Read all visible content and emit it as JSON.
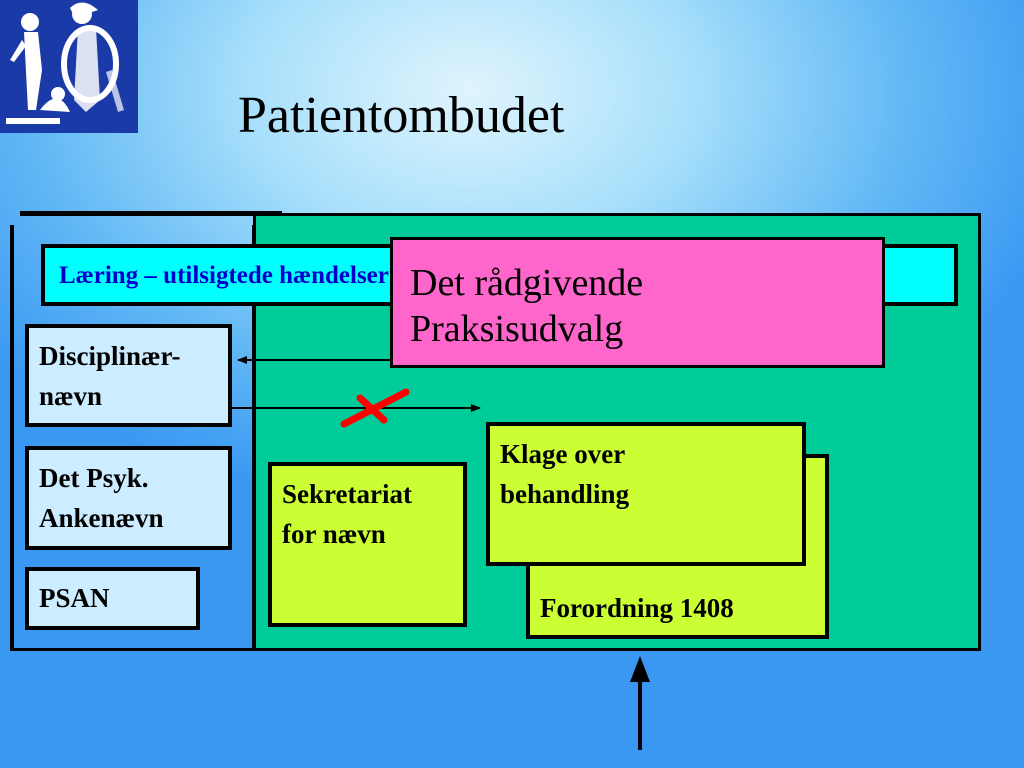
{
  "slide": {
    "title": "Patientombudet"
  },
  "boxes": {
    "laering_bar": "Læring – utilsigtede hændelser",
    "praksisudvalg": [
      "Det rådgivende",
      "Praksisudvalg"
    ],
    "disciplinaer": [
      "Disciplinær-",
      "nævn"
    ],
    "psyk_ankenaevn": [
      "Det Psyk.",
      "Ankenævn"
    ],
    "psan": "PSAN",
    "sekretariat": [
      "Sekretariat",
      "for nævn"
    ],
    "klage": [
      "Klage over",
      "behandling"
    ],
    "forordning": "Forordning 1408"
  },
  "colors": {
    "background": "#3a98f2",
    "green_area": "#00cc99",
    "cyan_bar": "#00ffff",
    "pink_box": "#ff66cc",
    "lime_box": "#ccff33",
    "light_blue_box": "#ccecff",
    "cross": "#ff0000"
  },
  "icons": {
    "logo": "greek-warriors-logo-icon",
    "cross": "red-cross-icon"
  }
}
